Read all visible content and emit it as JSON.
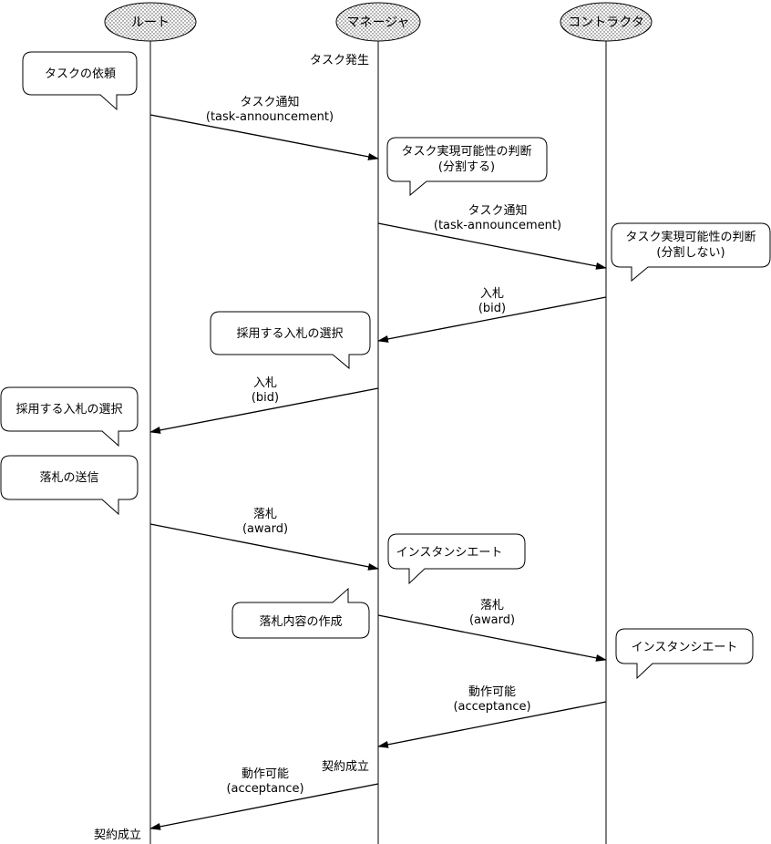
{
  "actors": {
    "root": "ルート",
    "manager": "マネージャ",
    "contractor": "コントラクタ"
  },
  "labels": {
    "task_occurrence": "タスク発生",
    "contract_manager": "契約成立",
    "contract_root": "契約成立"
  },
  "messages": {
    "m1": {
      "line1": "タスク通知",
      "line2": "(task-announcement)"
    },
    "m2": {
      "line1": "タスク通知",
      "line2": "(task-announcement)"
    },
    "m3": {
      "line1": "入札",
      "line2": "(bid)"
    },
    "m4": {
      "line1": "入札",
      "line2": "(bid)"
    },
    "m5": {
      "line1": "落札",
      "line2": "(award)"
    },
    "m6": {
      "line1": "落札",
      "line2": "(award)"
    },
    "m7": {
      "line1": "動作可能",
      "line2": "(acceptance)"
    },
    "m8": {
      "line1": "動作可能",
      "line2": "(acceptance)"
    }
  },
  "notes": {
    "request_task": "タスクの依頼",
    "feasibility_split_1": "タスク実現可能性の判断",
    "feasibility_split_2": "(分割する)",
    "feasibility_nosplit_1": "タスク実現可能性の判断",
    "feasibility_nosplit_2": "(分割しない)",
    "select_bid_manager": "採用する入札の選択",
    "select_bid_root": "採用する入札の選択",
    "send_award": "落札の送信",
    "instantiate_manager": "インスタンシエート",
    "create_award_content": "落札内容の作成",
    "instantiate_contractor": "インスタンシエート"
  }
}
